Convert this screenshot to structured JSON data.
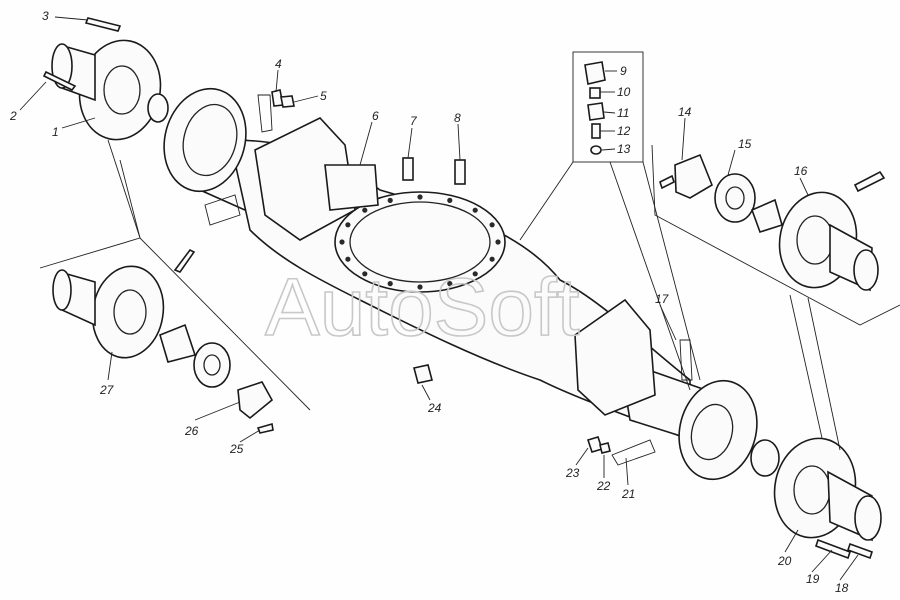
{
  "watermark": "AutoSoft",
  "callouts": [
    {
      "id": "1",
      "text": "1"
    },
    {
      "id": "2",
      "text": "2"
    },
    {
      "id": "3",
      "text": "3"
    },
    {
      "id": "4",
      "text": "4"
    },
    {
      "id": "5",
      "text": "5"
    },
    {
      "id": "6",
      "text": "6"
    },
    {
      "id": "7",
      "text": "7"
    },
    {
      "id": "8",
      "text": "8"
    },
    {
      "id": "9",
      "text": "9"
    },
    {
      "id": "10",
      "text": "10"
    },
    {
      "id": "11",
      "text": "11"
    },
    {
      "id": "12",
      "text": "12"
    },
    {
      "id": "13",
      "text": "13"
    },
    {
      "id": "14",
      "text": "14"
    },
    {
      "id": "15",
      "text": "15"
    },
    {
      "id": "16",
      "text": "16"
    },
    {
      "id": "17",
      "text": "17"
    },
    {
      "id": "18",
      "text": "18"
    },
    {
      "id": "19",
      "text": "19"
    },
    {
      "id": "20",
      "text": "20"
    },
    {
      "id": "21",
      "text": "21"
    },
    {
      "id": "22",
      "text": "22"
    },
    {
      "id": "23",
      "text": "23"
    },
    {
      "id": "24",
      "text": "24"
    },
    {
      "id": "25",
      "text": "25"
    },
    {
      "id": "26",
      "text": "26"
    },
    {
      "id": "27",
      "text": "27"
    }
  ]
}
